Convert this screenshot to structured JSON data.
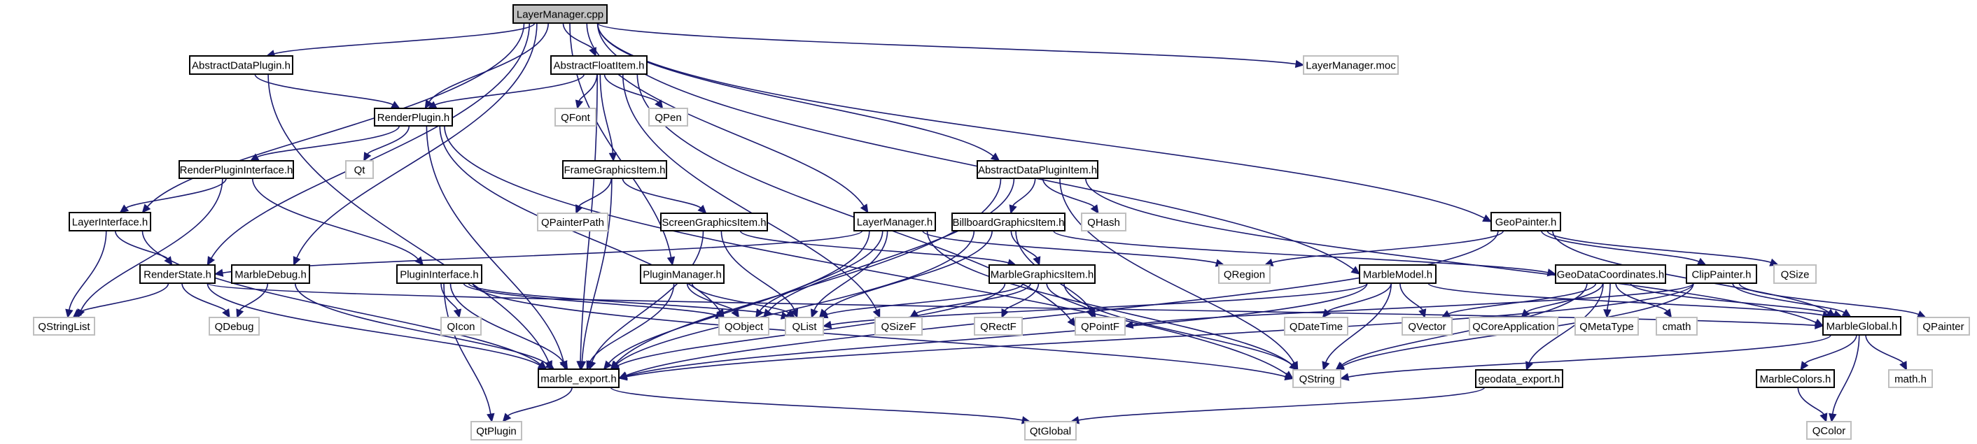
{
  "title": "LayerManager.cpp include dependency graph",
  "colors": {
    "edge": "#191970",
    "root_fill": "#bfbfbf",
    "doc_border": "#000000",
    "ext_border": "#bfbfbf",
    "node_fill": "#ffffff"
  },
  "nodes": [
    {
      "id": "LayerManager.cpp",
      "label": "LayerManager.cpp",
      "kind": "root"
    },
    {
      "id": "AbstractDataPlugin.h",
      "label": "AbstractDataPlugin.h",
      "kind": "doc"
    },
    {
      "id": "AbstractFloatItem.h",
      "label": "AbstractFloatItem.h",
      "kind": "doc"
    },
    {
      "id": "LayerManager.moc",
      "label": "LayerManager.moc",
      "kind": "ext"
    },
    {
      "id": "RenderPlugin.h",
      "label": "RenderPlugin.h",
      "kind": "doc"
    },
    {
      "id": "QFont",
      "label": "QFont",
      "kind": "ext"
    },
    {
      "id": "QPen",
      "label": "QPen",
      "kind": "ext"
    },
    {
      "id": "RenderPluginInterface.h",
      "label": "RenderPluginInterface.h",
      "kind": "doc"
    },
    {
      "id": "Qt",
      "label": "Qt",
      "kind": "ext"
    },
    {
      "id": "FrameGraphicsItem.h",
      "label": "FrameGraphicsItem.h",
      "kind": "doc"
    },
    {
      "id": "AbstractDataPluginItem.h",
      "label": "AbstractDataPluginItem.h",
      "kind": "doc"
    },
    {
      "id": "LayerInterface.h",
      "label": "LayerInterface.h",
      "kind": "doc"
    },
    {
      "id": "QPainterPath",
      "label": "QPainterPath",
      "kind": "ext"
    },
    {
      "id": "ScreenGraphicsItem.h",
      "label": "ScreenGraphicsItem.h",
      "kind": "doc"
    },
    {
      "id": "LayerManager.h",
      "label": "LayerManager.h",
      "kind": "doc"
    },
    {
      "id": "BillboardGraphicsItem.h",
      "label": "BillboardGraphicsItem.h",
      "kind": "doc"
    },
    {
      "id": "QHash",
      "label": "QHash",
      "kind": "ext"
    },
    {
      "id": "GeoPainter.h",
      "label": "GeoPainter.h",
      "kind": "doc"
    },
    {
      "id": "RenderState.h",
      "label": "RenderState.h",
      "kind": "doc"
    },
    {
      "id": "MarbleDebug.h",
      "label": "MarbleDebug.h",
      "kind": "doc"
    },
    {
      "id": "PluginInterface.h",
      "label": "PluginInterface.h",
      "kind": "doc"
    },
    {
      "id": "PluginManager.h",
      "label": "PluginManager.h",
      "kind": "doc"
    },
    {
      "id": "MarbleGraphicsItem.h",
      "label": "MarbleGraphicsItem.h",
      "kind": "doc"
    },
    {
      "id": "QRegion",
      "label": "QRegion",
      "kind": "ext"
    },
    {
      "id": "MarbleModel.h",
      "label": "MarbleModel.h",
      "kind": "doc"
    },
    {
      "id": "GeoDataCoordinates.h",
      "label": "GeoDataCoordinates.h",
      "kind": "doc"
    },
    {
      "id": "ClipPainter.h",
      "label": "ClipPainter.h",
      "kind": "doc"
    },
    {
      "id": "QSize",
      "label": "QSize",
      "kind": "ext"
    },
    {
      "id": "QStringList",
      "label": "QStringList",
      "kind": "ext"
    },
    {
      "id": "QDebug",
      "label": "QDebug",
      "kind": "ext"
    },
    {
      "id": "QIcon",
      "label": "QIcon",
      "kind": "ext"
    },
    {
      "id": "QObject",
      "label": "QObject",
      "kind": "ext"
    },
    {
      "id": "QList",
      "label": "QList",
      "kind": "ext"
    },
    {
      "id": "QSizeF",
      "label": "QSizeF",
      "kind": "ext"
    },
    {
      "id": "QRectF",
      "label": "QRectF",
      "kind": "ext"
    },
    {
      "id": "QPointF",
      "label": "QPointF",
      "kind": "ext"
    },
    {
      "id": "QDateTime",
      "label": "QDateTime",
      "kind": "ext"
    },
    {
      "id": "QVector",
      "label": "QVector",
      "kind": "ext"
    },
    {
      "id": "QCoreApplication",
      "label": "QCoreApplication",
      "kind": "ext"
    },
    {
      "id": "QMetaType",
      "label": "QMetaType",
      "kind": "ext"
    },
    {
      "id": "cmath",
      "label": "cmath",
      "kind": "ext"
    },
    {
      "id": "MarbleGlobal.h",
      "label": "MarbleGlobal.h",
      "kind": "doc"
    },
    {
      "id": "QPainter",
      "label": "QPainter",
      "kind": "ext"
    },
    {
      "id": "marble_export.h",
      "label": "marble_export.h",
      "kind": "doc"
    },
    {
      "id": "QString",
      "label": "QString",
      "kind": "ext"
    },
    {
      "id": "geodata_export.h",
      "label": "geodata_export.h",
      "kind": "doc"
    },
    {
      "id": "MarbleColors.h",
      "label": "MarbleColors.h",
      "kind": "doc"
    },
    {
      "id": "math.h",
      "label": "math.h",
      "kind": "ext"
    },
    {
      "id": "QtPlugin",
      "label": "QtPlugin",
      "kind": "ext"
    },
    {
      "id": "QtGlobal",
      "label": "QtGlobal",
      "kind": "ext"
    },
    {
      "id": "QColor",
      "label": "QColor",
      "kind": "ext"
    }
  ],
  "edges": [
    [
      "LayerManager.cpp",
      "AbstractDataPlugin.h"
    ],
    [
      "LayerManager.cpp",
      "AbstractFloatItem.h"
    ],
    [
      "LayerManager.cpp",
      "RenderPlugin.h"
    ],
    [
      "LayerManager.cpp",
      "LayerInterface.h"
    ],
    [
      "LayerManager.cpp",
      "RenderState.h"
    ],
    [
      "LayerManager.cpp",
      "MarbleDebug.h"
    ],
    [
      "LayerManager.cpp",
      "PluginManager.h"
    ],
    [
      "LayerManager.cpp",
      "LayerManager.h"
    ],
    [
      "LayerManager.cpp",
      "AbstractDataPluginItem.h"
    ],
    [
      "LayerManager.cpp",
      "MarbleModel.h"
    ],
    [
      "LayerManager.cpp",
      "GeoPainter.h"
    ],
    [
      "LayerManager.cpp",
      "LayerManager.moc"
    ],
    [
      "AbstractDataPlugin.h",
      "RenderPlugin.h"
    ],
    [
      "AbstractDataPlugin.h",
      "marble_export.h"
    ],
    [
      "AbstractFloatItem.h",
      "RenderPlugin.h"
    ],
    [
      "AbstractFloatItem.h",
      "QFont"
    ],
    [
      "AbstractFloatItem.h",
      "QPen"
    ],
    [
      "AbstractFloatItem.h",
      "FrameGraphicsItem.h"
    ],
    [
      "AbstractFloatItem.h",
      "marble_export.h"
    ],
    [
      "AbstractFloatItem.h",
      "QSizeF"
    ],
    [
      "AbstractFloatItem.h",
      "QPointF"
    ],
    [
      "RenderPlugin.h",
      "RenderPluginInterface.h"
    ],
    [
      "RenderPlugin.h",
      "Qt"
    ],
    [
      "RenderPlugin.h",
      "marble_export.h"
    ],
    [
      "RenderPlugin.h",
      "QObject"
    ],
    [
      "RenderPlugin.h",
      "QString"
    ],
    [
      "RenderPluginInterface.h",
      "LayerInterface.h"
    ],
    [
      "RenderPluginInterface.h",
      "PluginInterface.h"
    ],
    [
      "RenderPluginInterface.h",
      "QStringList"
    ],
    [
      "LayerInterface.h",
      "RenderState.h"
    ],
    [
      "LayerInterface.h",
      "QStringList"
    ],
    [
      "LayerInterface.h",
      "marble_export.h"
    ],
    [
      "RenderState.h",
      "QStringList"
    ],
    [
      "RenderState.h",
      "QDebug"
    ],
    [
      "RenderState.h",
      "marble_export.h"
    ],
    [
      "RenderState.h",
      "MarbleGlobal.h"
    ],
    [
      "MarbleDebug.h",
      "QDebug"
    ],
    [
      "MarbleDebug.h",
      "marble_export.h"
    ],
    [
      "PluginInterface.h",
      "QIcon"
    ],
    [
      "PluginInterface.h",
      "QtPlugin"
    ],
    [
      "PluginInterface.h",
      "marble_export.h"
    ],
    [
      "PluginInterface.h",
      "QObject"
    ],
    [
      "PluginInterface.h",
      "QList"
    ],
    [
      "PluginInterface.h",
      "QString"
    ],
    [
      "PluginManager.h",
      "QObject"
    ],
    [
      "PluginManager.h",
      "QList"
    ],
    [
      "PluginManager.h",
      "marble_export.h"
    ],
    [
      "FrameGraphicsItem.h",
      "QPainterPath"
    ],
    [
      "FrameGraphicsItem.h",
      "ScreenGraphicsItem.h"
    ],
    [
      "FrameGraphicsItem.h",
      "marble_export.h"
    ],
    [
      "ScreenGraphicsItem.h",
      "MarbleGraphicsItem.h"
    ],
    [
      "ScreenGraphicsItem.h",
      "QList"
    ],
    [
      "ScreenGraphicsItem.h",
      "marble_export.h"
    ],
    [
      "LayerManager.h",
      "RenderState.h"
    ],
    [
      "LayerManager.h",
      "QObject"
    ],
    [
      "LayerManager.h",
      "QList"
    ],
    [
      "LayerManager.h",
      "QRegion"
    ],
    [
      "LayerManager.h",
      "QString"
    ],
    [
      "LayerManager.h",
      "marble_export.h"
    ],
    [
      "AbstractDataPluginItem.h",
      "BillboardGraphicsItem.h"
    ],
    [
      "AbstractDataPluginItem.h",
      "QHash"
    ],
    [
      "AbstractDataPluginItem.h",
      "QObject"
    ],
    [
      "AbstractDataPluginItem.h",
      "marble_export.h"
    ],
    [
      "AbstractDataPluginItem.h",
      "MarbleGlobal.h"
    ],
    [
      "AbstractDataPluginItem.h",
      "QString"
    ],
    [
      "BillboardGraphicsItem.h",
      "MarbleGraphicsItem.h"
    ],
    [
      "BillboardGraphicsItem.h",
      "QPointF"
    ],
    [
      "BillboardGraphicsItem.h",
      "QList"
    ],
    [
      "BillboardGraphicsItem.h",
      "GeoDataCoordinates.h"
    ],
    [
      "BillboardGraphicsItem.h",
      "marble_export.h"
    ],
    [
      "MarbleGraphicsItem.h",
      "QList"
    ],
    [
      "MarbleGraphicsItem.h",
      "QSizeF"
    ],
    [
      "MarbleGraphicsItem.h",
      "QRectF"
    ],
    [
      "MarbleGraphicsItem.h",
      "QPointF"
    ],
    [
      "MarbleGraphicsItem.h",
      "QString"
    ],
    [
      "MarbleGraphicsItem.h",
      "marble_export.h"
    ],
    [
      "MarbleModel.h",
      "QDateTime"
    ],
    [
      "MarbleModel.h",
      "QVector"
    ],
    [
      "MarbleModel.h",
      "QString"
    ],
    [
      "MarbleModel.h",
      "marble_export.h"
    ],
    [
      "MarbleModel.h",
      "MarbleGlobal.h"
    ],
    [
      "MarbleModel.h",
      "QList"
    ],
    [
      "GeoPainter.h",
      "QRegion"
    ],
    [
      "GeoPainter.h",
      "ClipPainter.h"
    ],
    [
      "GeoPainter.h",
      "QSize"
    ],
    [
      "GeoPainter.h",
      "MarbleGlobal.h"
    ],
    [
      "GeoPainter.h",
      "marble_export.h"
    ],
    [
      "GeoDataCoordinates.h",
      "QVector"
    ],
    [
      "GeoDataCoordinates.h",
      "QCoreApplication"
    ],
    [
      "GeoDataCoordinates.h",
      "QMetaType"
    ],
    [
      "GeoDataCoordinates.h",
      "cmath"
    ],
    [
      "GeoDataCoordinates.h",
      "MarbleGlobal.h"
    ],
    [
      "GeoDataCoordinates.h",
      "QString"
    ],
    [
      "GeoDataCoordinates.h",
      "geodata_export.h"
    ],
    [
      "ClipPainter.h",
      "QPainter"
    ],
    [
      "ClipPainter.h",
      "MarbleGlobal.h"
    ],
    [
      "ClipPainter.h",
      "QPointF"
    ],
    [
      "ClipPainter.h",
      "QString"
    ],
    [
      "ClipPainter.h",
      "marble_export.h"
    ],
    [
      "MarbleGlobal.h",
      "MarbleColors.h"
    ],
    [
      "MarbleGlobal.h",
      "QColor"
    ],
    [
      "MarbleGlobal.h",
      "math.h"
    ],
    [
      "MarbleGlobal.h",
      "QString"
    ],
    [
      "MarbleColors.h",
      "QColor"
    ],
    [
      "marble_export.h",
      "QtPlugin"
    ],
    [
      "marble_export.h",
      "QtGlobal"
    ],
    [
      "geodata_export.h",
      "QtGlobal"
    ]
  ]
}
